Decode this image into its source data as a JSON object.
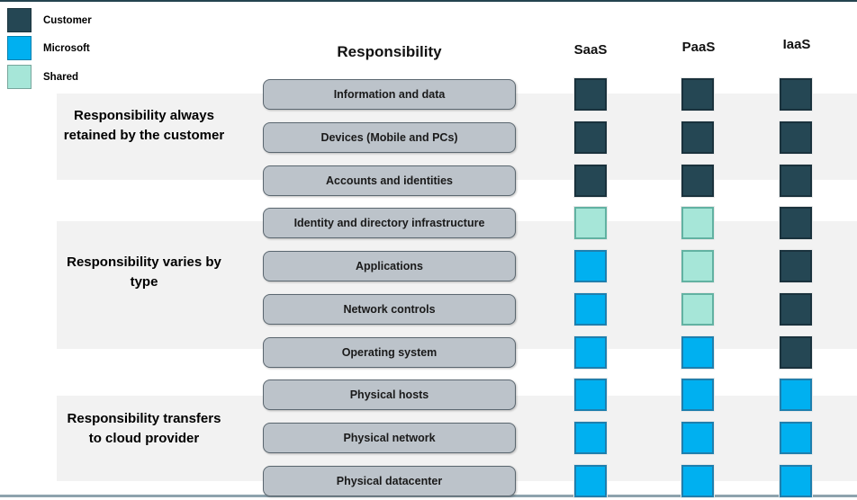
{
  "legend": {
    "items": [
      {
        "key": "customer",
        "label": "Customer",
        "color": "#254754"
      },
      {
        "key": "microsoft",
        "label": "Microsoft",
        "color": "#00B0F0"
      },
      {
        "key": "shared",
        "label": "Shared",
        "color": "#A6E6D8"
      }
    ]
  },
  "header": {
    "responsibility": "Responsibility",
    "columns": [
      {
        "label": "SaaS"
      },
      {
        "label": "PaaS"
      },
      {
        "label": "IaaS"
      }
    ]
  },
  "groups": [
    {
      "label": "Responsibility always retained by the customer",
      "rows": [
        0,
        2
      ]
    },
    {
      "label": "Responsibility varies by type",
      "rows": [
        3,
        6
      ]
    },
    {
      "label": "Responsibility transfers to cloud provider",
      "rows": [
        7,
        9
      ]
    }
  ],
  "rows": [
    {
      "label": "Information and data",
      "cells": [
        "customer",
        "customer",
        "customer"
      ]
    },
    {
      "label": "Devices (Mobile and PCs)",
      "cells": [
        "customer",
        "customer",
        "customer"
      ]
    },
    {
      "label": "Accounts and identities",
      "cells": [
        "customer",
        "customer",
        "customer"
      ]
    },
    {
      "label": "Identity and directory infrastructure",
      "cells": [
        "shared",
        "shared",
        "customer"
      ]
    },
    {
      "label": "Applications",
      "cells": [
        "microsoft",
        "shared",
        "customer"
      ]
    },
    {
      "label": "Network controls",
      "cells": [
        "microsoft",
        "shared",
        "customer"
      ]
    },
    {
      "label": "Operating system",
      "cells": [
        "microsoft",
        "microsoft",
        "customer"
      ]
    },
    {
      "label": "Physical hosts",
      "cells": [
        "microsoft",
        "microsoft",
        "microsoft"
      ]
    },
    {
      "label": "Physical network",
      "cells": [
        "microsoft",
        "microsoft",
        "microsoft"
      ]
    },
    {
      "label": "Physical datacenter",
      "cells": [
        "microsoft",
        "microsoft",
        "microsoft"
      ]
    }
  ],
  "colors": {
    "customer": "#254754",
    "microsoft": "#00B0F0",
    "shared": "#A6E6D8",
    "band": "#F2F2F2",
    "top_line": "#24434F",
    "bottom_line": "#8EA3AD"
  }
}
